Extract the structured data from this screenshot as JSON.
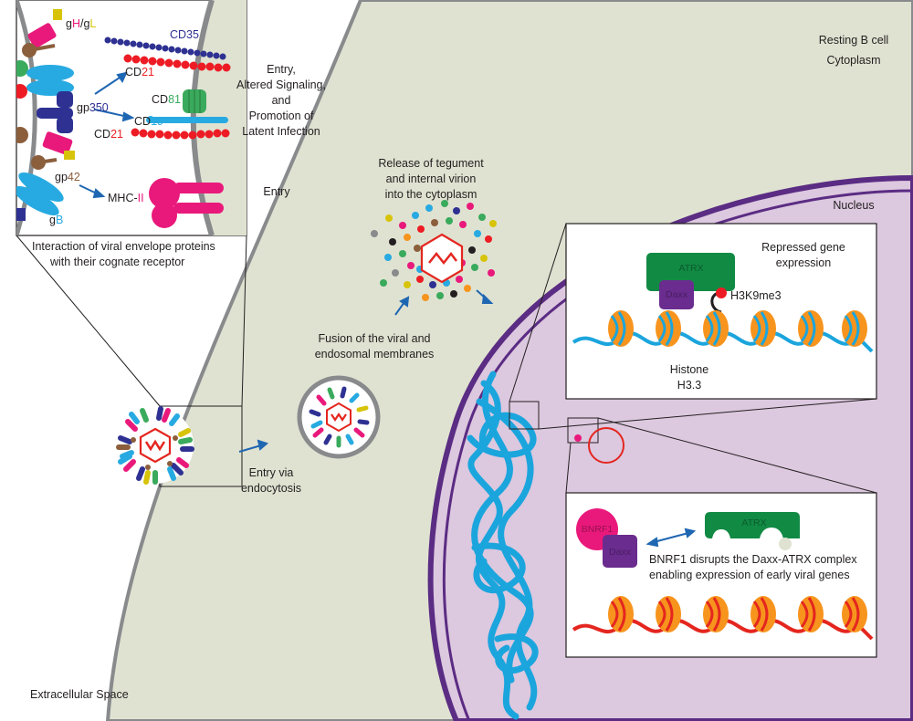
{
  "labels": {
    "resting_cell": "Resting B cell",
    "cytoplasm": "Cytoplasm",
    "nucleus": "Nucleus",
    "extracellular": "Extracellular Space",
    "entry_endocytosis_1": "Entry via",
    "entry_endocytosis_2": "endocytosis",
    "fusion_1": "Fusion of the viral and",
    "fusion_2": "endosomal membranes",
    "release_1": "Release of  tegument",
    "release_2": "and internal virion",
    "release_3": "into the cytoplasm",
    "inset_caption_1": "Interaction of viral envelope proteins",
    "inset_caption_2": "with their cognate receptor",
    "outcome_1": "Entry,",
    "outcome_2": "Altered Signaling,",
    "outcome_3": "and",
    "outcome_4": "Promotion of",
    "outcome_5": "Latent Infection",
    "outcome_entry": "Entry",
    "cd35": "CD35",
    "cd21_a_pre": "CD",
    "cd21_a_num": "21",
    "cd81_pre": "CD",
    "cd81_num": "81",
    "cd19_pre": "CD",
    "cd19_num": "19",
    "cd21_b_pre": "CD",
    "cd21_b_num": "21",
    "gp350_pre": "gp",
    "gp350_num": "350",
    "gp42_pre": "gp",
    "gp42_num": "42",
    "gb_pre": "g",
    "gb_letter": "B",
    "ghgl_g1": "g",
    "ghgl_h": "H",
    "ghgl_slash": "/",
    "ghgl_g2": "g",
    "ghgl_l": "L",
    "mhc_pre": "MHC-",
    "mhc_num": "II",
    "repressed_1": "Repressed gene",
    "repressed_2": "expression",
    "atrx_top": "ATRX",
    "daxx_top": "Daxx",
    "h3k9me3": "H3K9me3",
    "histone_1": "Histone",
    "histone_2": "H3.3",
    "bnrf1": "BNRF1",
    "daxx_bottom": "Daxx",
    "atrx_bottom": "ATRX",
    "disrupt_1": "BNRF1 disrupts the Daxx-ATRX complex",
    "disrupt_2": "enabling expression of early viral genes"
  },
  "colors": {
    "cytoplasm": "#dfe2d1",
    "membrane": "#888a8c",
    "nucleus": "#dcc8df",
    "nuclear_envelope": "#5b2c83",
    "dna_blue": "#1ba5dd",
    "dna_red": "#e4261f",
    "histone": "#f7941d",
    "atrx": "#118a44",
    "daxx": "#6a2c8e",
    "bnrf1": "#e9197b",
    "arrow": "#1f67b2",
    "cd35": "#2e3192",
    "cd21": "#ed1c24",
    "cd81": "#3aaa5c",
    "cd19": "#27aae1",
    "gp350": "#2e3192",
    "gp42": "#8b5e3c",
    "gh": "#e9197b",
    "gl": "#d7c40a",
    "gb": "#27aae1",
    "mhc": "#e9197b"
  }
}
